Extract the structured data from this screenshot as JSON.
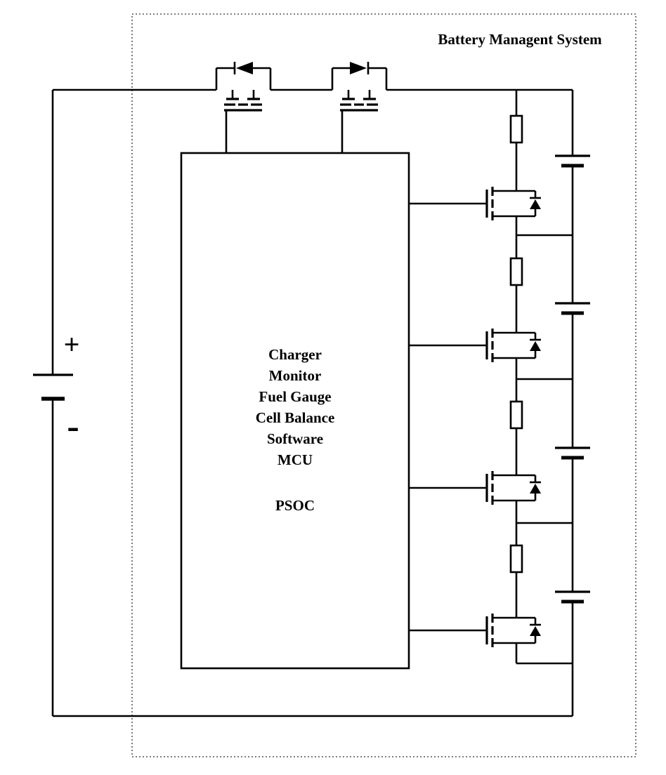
{
  "title": "Battery Managent System",
  "battery": {
    "positive_label": "+",
    "negative_label": "-"
  },
  "controller": {
    "stack_labels": [
      "Charger",
      "Monitor",
      "Fuel Gauge",
      "Cell Balance",
      "Software",
      "MCU"
    ],
    "chip_label": "PSOC"
  },
  "colors": {
    "line": "#000000",
    "background": "#ffffff",
    "boundary": "#333333"
  }
}
